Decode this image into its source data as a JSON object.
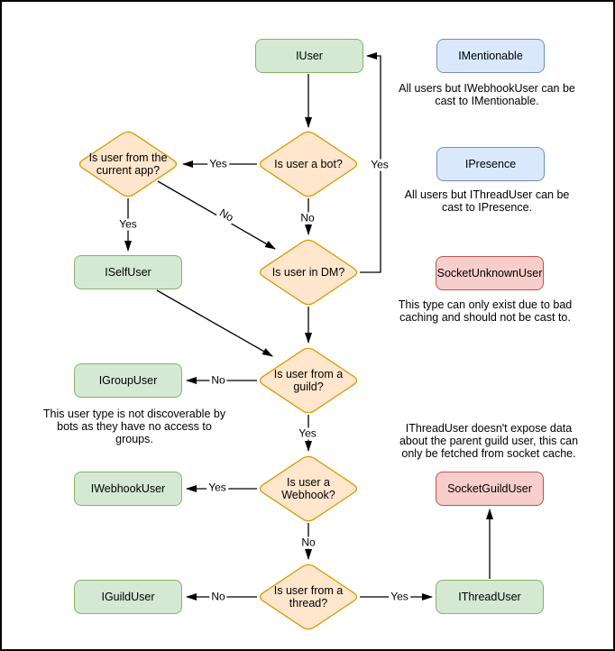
{
  "diagram": {
    "nodes": {
      "iuser": "IUser",
      "iselfuser": "ISelfUser",
      "igroupuser": "IGroupUser",
      "iwebhookuser": "IWebhookUser",
      "iguilduser": "IGuildUser",
      "ithreaduser": "IThreadUser",
      "imentionable": "IMentionable",
      "ipresence": "IPresence",
      "socketunknownuser": "SocketUnknownUser",
      "socketguilduser": "SocketGuildUser"
    },
    "decisions": {
      "is_bot": "Is user a bot?",
      "is_current_app": "Is user from the current app?",
      "is_dm": "Is user in DM?",
      "is_guild": "Is user from a guild?",
      "is_webhook": "Is user a Webhook?",
      "is_thread": "Is user from a thread?"
    },
    "edge_labels": {
      "bot_yes": "Yes",
      "bot_no": "No",
      "current_app_yes": "Yes",
      "current_app_no": "No",
      "dm_yes": "Yes",
      "guild_no": "No",
      "guild_yes": "Yes",
      "webhook_yes": "Yes",
      "webhook_no": "No",
      "thread_no": "No",
      "thread_yes": "Yes"
    },
    "annotations": {
      "imentionable": "All users but IWebhookUser can be cast to IMentionable.",
      "ipresence": "All users but IThreadUser can be cast to IPresence.",
      "socketunknownuser": "This type can only exist due to bad caching and should not be cast to.",
      "igroupuser": "This user type is not discoverable by bots as they have no access to groups.",
      "socketguilduser": "IThreadUser doesn't expose data about the parent guild user, this can only be fetched from socket cache."
    },
    "colors": {
      "interface_fill": "#d5e8d4",
      "interface_stroke": "#82b366",
      "decision_fill": "#ffe6cc",
      "decision_stroke": "#d79b00",
      "castable_fill": "#dae8fc",
      "castable_stroke": "#6c8ebf",
      "socket_fill": "#f8cecc",
      "socket_stroke": "#b85450",
      "edge": "#000000"
    }
  }
}
